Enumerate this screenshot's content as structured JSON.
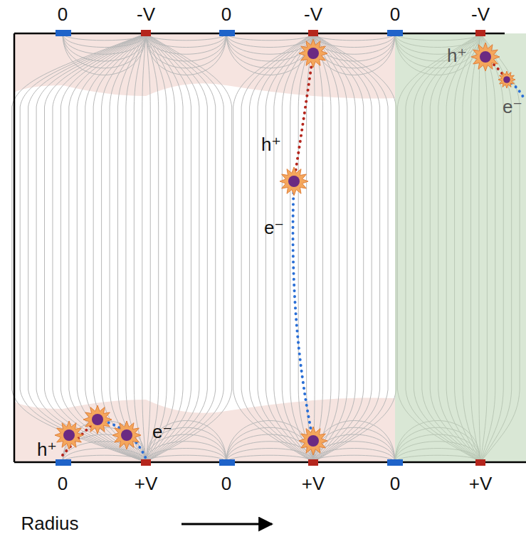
{
  "diagram": {
    "labels": [
      "0",
      "-V",
      "0",
      "-V",
      "0",
      "-V",
      "0",
      "+V",
      "0",
      "+V",
      "0",
      "+V",
      "h⁺",
      "e⁻",
      "h⁺",
      "e⁻",
      "h⁺",
      "e⁻",
      "Radius"
    ]
  }
}
